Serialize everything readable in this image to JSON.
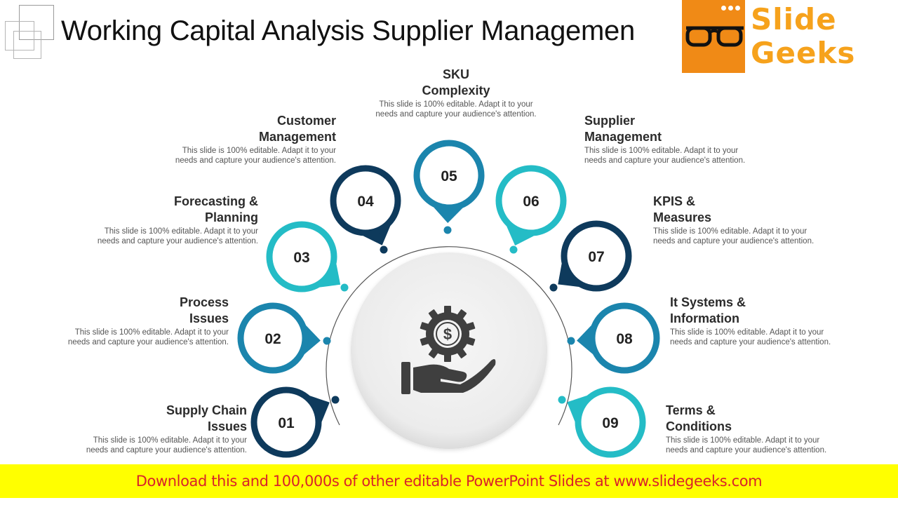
{
  "title": "Working Capital Analysis Supplier Managemen",
  "logo": {
    "line1": "Slide",
    "line2": "Geeks",
    "colors": {
      "box": "#f08a16",
      "text": "#f6a21c"
    }
  },
  "center_icon": "hand-holding-dollar-gear-icon",
  "colors": {
    "dark": "#0e3a5c",
    "mid": "#1b85ad",
    "light": "#24bcc6",
    "banner_bg": "#ffff00",
    "banner_text": "#d9222a"
  },
  "items": [
    {
      "number": "01",
      "heading": [
        "Supply Chain",
        "Issues"
      ],
      "description": [
        "This slide is 100% editable. Adapt it to your",
        "needs and capture your audience's attention."
      ]
    },
    {
      "number": "02",
      "heading": [
        "Process",
        "Issues"
      ],
      "description": [
        "This slide is 100% editable. Adapt it to your",
        "needs and capture your audience's attention."
      ]
    },
    {
      "number": "03",
      "heading": [
        "Forecasting &",
        "Planning"
      ],
      "description": [
        "This slide is 100% editable. Adapt it to your",
        "needs and capture your audience's attention."
      ]
    },
    {
      "number": "04",
      "heading": [
        "Customer",
        "Management"
      ],
      "description": [
        "This slide is 100% editable. Adapt it to your",
        "needs and capture your audience's attention."
      ]
    },
    {
      "number": "05",
      "heading": [
        "SKU",
        "Complexity"
      ],
      "description": [
        "This slide is 100% editable. Adapt it to your",
        "needs and capture your audience's attention."
      ]
    },
    {
      "number": "06",
      "heading": [
        "Supplier",
        "Management"
      ],
      "description": [
        "This slide is 100% editable. Adapt it to your",
        "needs and capture your audience's attention."
      ]
    },
    {
      "number": "07",
      "heading": [
        "KPIS &",
        "Measures"
      ],
      "description": [
        "This slide is 100% editable. Adapt it to your",
        "needs and capture your audience's attention."
      ]
    },
    {
      "number": "08",
      "heading": [
        "It Systems &",
        "Information"
      ],
      "description": [
        "This slide is 100% editable. Adapt it to your",
        "needs and capture your audience's attention."
      ]
    },
    {
      "number": "09",
      "heading": [
        "Terms &",
        "Conditions"
      ],
      "description": [
        "This slide is 100% editable. Adapt it to your",
        "needs and capture your audience's attention."
      ]
    }
  ],
  "banner": "Download this and 100,000s of other editable PowerPoint Slides at www.slidegeeks.com"
}
